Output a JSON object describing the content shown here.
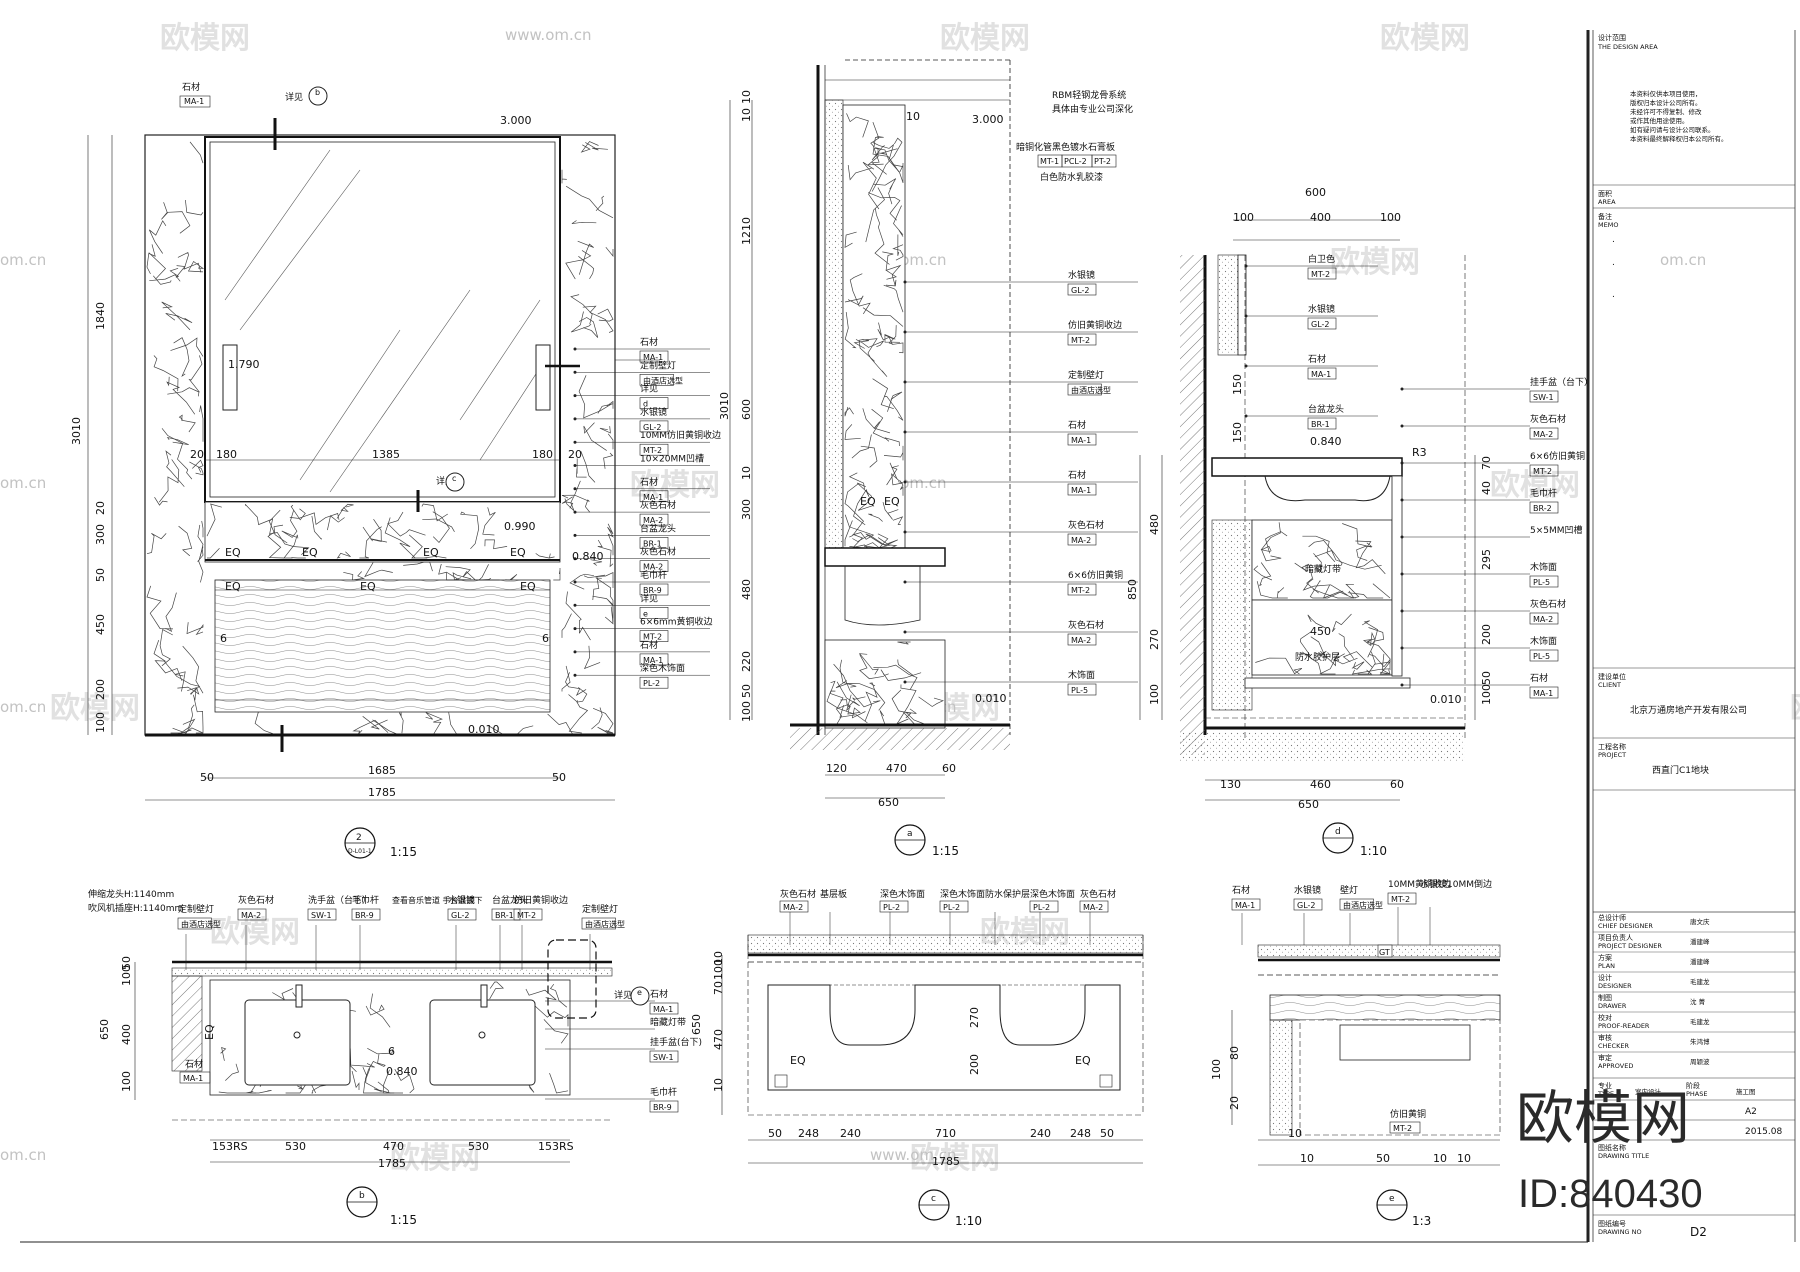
{
  "watermark": {
    "brand": "欧模网",
    "url": "www.om.cn",
    "url_short": "om.cn"
  },
  "title_block": {
    "design_area_cn": "设计范围",
    "design_area_en": "THE DESIGN AREA",
    "notes": [
      "本资料仅供本项目使用，",
      "版权归本设计公司所有。",
      "未经许可不得复制、修改",
      "或作其他用途使用。",
      "如有疑问请与设计公司联系。",
      "本资料最终解释权归本公司所有。"
    ],
    "area_cn": "面积",
    "area_en": "AREA",
    "memo_cn": "备注",
    "memo_en": "MEMO",
    "memo_items": [
      ".",
      ".",
      "."
    ],
    "client_cn": "建设单位",
    "client_en": "CLIENT",
    "client_value": "北京万通房地产开发有限公司",
    "project_cn": "工程名称",
    "project_en": "PROJECT",
    "project_value": "西直门C1地块",
    "roles": [
      {
        "cn": "总设计师",
        "en": "CHIEF DESIGNER",
        "name": "唐文庆"
      },
      {
        "cn": "项目负责人",
        "en": "PROJECT DESIGNER",
        "name": "潘建峰"
      },
      {
        "cn": "方案",
        "en": "PLAN",
        "name": "潘建峰"
      },
      {
        "cn": "设计",
        "en": "DESIGNER",
        "name": "毛建龙"
      },
      {
        "cn": "制图",
        "en": "DRAWER",
        "name": "沈 菁"
      },
      {
        "cn": "校对",
        "en": "PROOF-READER",
        "name": "毛建龙"
      },
      {
        "cn": "审核",
        "en": "CHECKER",
        "name": "朱鸿博"
      },
      {
        "cn": "审定",
        "en": "APPROVED",
        "name": "周颖波"
      }
    ],
    "type_cn": "专业",
    "type_en": "TYPE",
    "type_value": "室内设计",
    "phase_cn": "阶段",
    "phase_en": "PHASE",
    "phase_value": "施工图",
    "scale_value": "A2",
    "date_value": "2015.08",
    "drawing_title_cn": "图纸名称",
    "drawing_title_en": "DRAWING TITLE",
    "drawing_no_cn": "图纸编号",
    "drawing_no_en": "DRAWING NO",
    "drawing_no": "D2"
  },
  "brand_overlay": {
    "brand": "欧模网",
    "id": "ID:840430"
  },
  "views": {
    "elev2": {
      "number": "2",
      "sheet_ref": "D-L01-1",
      "scale": "1:15",
      "dims_v": [
        "1840",
        "3010",
        "20",
        "300",
        "50",
        "450",
        "200",
        "100"
      ],
      "dims_h_inner": [
        "20",
        "180",
        "1385",
        "180",
        "20"
      ],
      "dims_h_bottom": [
        "1685",
        "1785"
      ],
      "dims_h_sides": [
        "50",
        "50"
      ],
      "levels": [
        "3.000",
        "1.790",
        "0.990",
        "0.840",
        "0.010"
      ],
      "eq": "EQ",
      "six": "6",
      "labels": [
        {
          "cn": "石材",
          "code": "MA-1"
        },
        {
          "cn": "定制壁灯",
          "code": "由酒店选型"
        },
        {
          "cn": "详见",
          "code": "d"
        },
        {
          "cn": "水银镜",
          "code": "GL-2"
        },
        {
          "cn": "10MM仿旧黄铜收边",
          "code": "MT-2"
        },
        {
          "cn": "10×20MM凹槽",
          "code": ""
        },
        {
          "cn": "石材",
          "code": "MA-1"
        },
        {
          "cn": "灰色石材",
          "code": "MA-2"
        },
        {
          "cn": "台盆龙头",
          "code": "BR-1"
        },
        {
          "cn": "灰色石材",
          "code": "MA-2"
        },
        {
          "cn": "毛巾杆",
          "code": "BR-9"
        },
        {
          "cn": "详见",
          "code": "e"
        },
        {
          "cn": "6×6mm黄铜收边",
          "code": "MT-2"
        },
        {
          "cn": "石材",
          "code": "MA-1"
        },
        {
          "cn": "深色木饰面",
          "code": "PL-2"
        }
      ],
      "top_labels": [
        {
          "cn": "石材",
          "code": "MA-1"
        },
        {
          "cn": "详见",
          "code": "b"
        }
      ],
      "mid_label": {
        "cn": "详见",
        "code": "c"
      }
    },
    "secA": {
      "letter": "a",
      "scale": "1:15",
      "dims_v": [
        "10",
        "10",
        "1210",
        "3010",
        "600",
        "10",
        "300",
        "480",
        "220",
        "50",
        "100"
      ],
      "dims_h": [
        "120",
        "470",
        "60",
        "650"
      ],
      "level_top": "3.000",
      "level_bot": "0.010",
      "ten": "10",
      "labels_top": [
        "RBM轻钢龙骨系统",
        "具体由专业公司深化"
      ],
      "label_mt": {
        "cn": "暗铜化管黑色镀水石膏板",
        "codes": [
          "MT-1",
          "PCL-2",
          "PT-2"
        ]
      },
      "label_mt_sub": "白色防水乳胶漆",
      "labels": [
        {
          "cn": "水银镜",
          "code": "GL-2"
        },
        {
          "cn": "仿旧黄铜收边",
          "code": "MT-2"
        },
        {
          "cn": "定制壁灯",
          "code": "由酒店选型"
        },
        {
          "cn": "石材",
          "code": "MA-1"
        },
        {
          "cn": "石材",
          "code": "MA-1"
        },
        {
          "cn": "灰色石材",
          "code": "MA-2"
        },
        {
          "cn": "6×6仿旧黄铜",
          "code": "MT-2"
        },
        {
          "cn": "灰色石材",
          "code": "MA-2"
        },
        {
          "cn": "木饰面",
          "code": "PL-5"
        }
      ],
      "eq": "EQ"
    },
    "secD": {
      "letter": "d",
      "scale": "1:10",
      "dims_top": [
        "600",
        "100",
        "400",
        "100"
      ],
      "dims_v_inner": [
        "150",
        "150"
      ],
      "dims_v_left": [
        "480",
        "850",
        "270",
        "100"
      ],
      "dims_v_right": [
        "70",
        "40",
        "295",
        "200",
        "50",
        "100"
      ],
      "dims_h": [
        "130",
        "460",
        "60",
        "650"
      ],
      "levels": [
        "0.840",
        "0.010"
      ],
      "r": "R3",
      "mid_labels": [
        "暗藏灯带",
        "450",
        "防水胶护层"
      ],
      "labels": [
        {
          "cn": "白卫色",
          "code": "MT-2"
        },
        {
          "cn": "水银镜",
          "code": "GL-2"
        },
        {
          "cn": "石材",
          "code": "MA-1"
        },
        {
          "cn": "台盆龙头",
          "code": "BR-1"
        },
        {
          "cn": "挂手盆（台下）",
          "code": "SW-1"
        },
        {
          "cn": "灰色石材",
          "code": "MA-2"
        },
        {
          "cn": "6×6仿旧黄铜",
          "code": "MT-2"
        },
        {
          "cn": "毛巾杆",
          "code": "BR-2"
        },
        {
          "cn": "5×5MM凹槽",
          "code": ""
        },
        {
          "cn": "木饰面",
          "code": "PL-5"
        },
        {
          "cn": "灰色石材",
          "code": "MA-2"
        },
        {
          "cn": "木饰面",
          "code": "PL-5"
        },
        {
          "cn": "石材",
          "code": "MA-1"
        }
      ]
    },
    "secB": {
      "letter": "b",
      "scale": "1:15",
      "notes": [
        "伸缩龙头H:1140mm",
        "吹风机插座H:1140mm"
      ],
      "dims_v": [
        "100",
        "50",
        "650",
        "400",
        "100"
      ],
      "dims_h": [
        "153RS",
        "530",
        "470",
        "530",
        "153RS",
        "1785"
      ],
      "level": "0.840",
      "labels_top": [
        {
          "cn": "定制壁灯",
          "code": "由酒店选型"
        },
        {
          "cn": "灰色石材",
          "code": "MA-2"
        },
        {
          "cn": "洗手盆（台下）",
          "code": "SW-1"
        },
        {
          "cn": "毛巾杆",
          "code": "BR-9"
        },
        {
          "cn": "水银镜",
          "code": "GL-2"
        },
        {
          "cn": "台盆龙头",
          "code": "BR-1"
        },
        {
          "cn": "仿旧黄铜收边",
          "code": "MT-2"
        },
        {
          "cn": "定制壁灯",
          "code": "由酒店选型"
        }
      ],
      "top_note": "查看音乐管道 手台盆底下",
      "labels_right": [
        {
          "cn": "石材",
          "code": "MA-1"
        },
        {
          "cn": "暗藏灯带",
          "code": ""
        },
        {
          "cn": "挂手盆(台下)",
          "code": "SW-1"
        },
        {
          "cn": "毛巾杆",
          "code": "BR-9"
        }
      ],
      "left_label": {
        "cn": "石材",
        "code": "MA-1"
      },
      "eq": "EQ",
      "six": "6",
      "detail": "e",
      "detail_ref": "详见"
    },
    "secC": {
      "letter": "c",
      "scale": "1:10",
      "dims_v": [
        "10",
        "70",
        "100",
        "650",
        "470",
        "10"
      ],
      "dims_h": [
        "50",
        "248",
        "240",
        "710",
        "240",
        "248",
        "50",
        "1785"
      ],
      "dim_mid": [
        "270",
        "200"
      ],
      "labels": [
        {
          "cn": "灰色石材",
          "code": "MA-2"
        },
        {
          "cn": "基层板",
          "code": ""
        },
        {
          "cn": "深色木饰面",
          "code": "PL-2"
        },
        {
          "cn": "深色木饰面",
          "code": "PL-2"
        },
        {
          "cn": "防水保护层",
          "code": ""
        },
        {
          "cn": "深色木饰面",
          "code": "PL-2"
        },
        {
          "cn": "灰色石材",
          "code": "MA-2"
        }
      ],
      "eq": "EQ"
    },
    "secE": {
      "letter": "e",
      "scale": "1:3",
      "dims_v": [
        "100",
        "80",
        "20"
      ],
      "dims_h": [
        "10",
        "10",
        "50",
        "10",
        "10"
      ],
      "labels": [
        {
          "cn": "石材",
          "code": "MA-1"
        },
        {
          "cn": "水银镜",
          "code": "GL-2"
        },
        {
          "cn": "壁灯",
          "code": "由酒店选型"
        },
        {
          "cn": "10MM黄铜收边",
          "code": "MT-2"
        },
        {
          "cn": "水银镜10MM倒边",
          "code": ""
        }
      ],
      "bottom_label": {
        "cn": "仿旧黄铜",
        "code": "MT-2"
      },
      "ref": "GT"
    }
  }
}
